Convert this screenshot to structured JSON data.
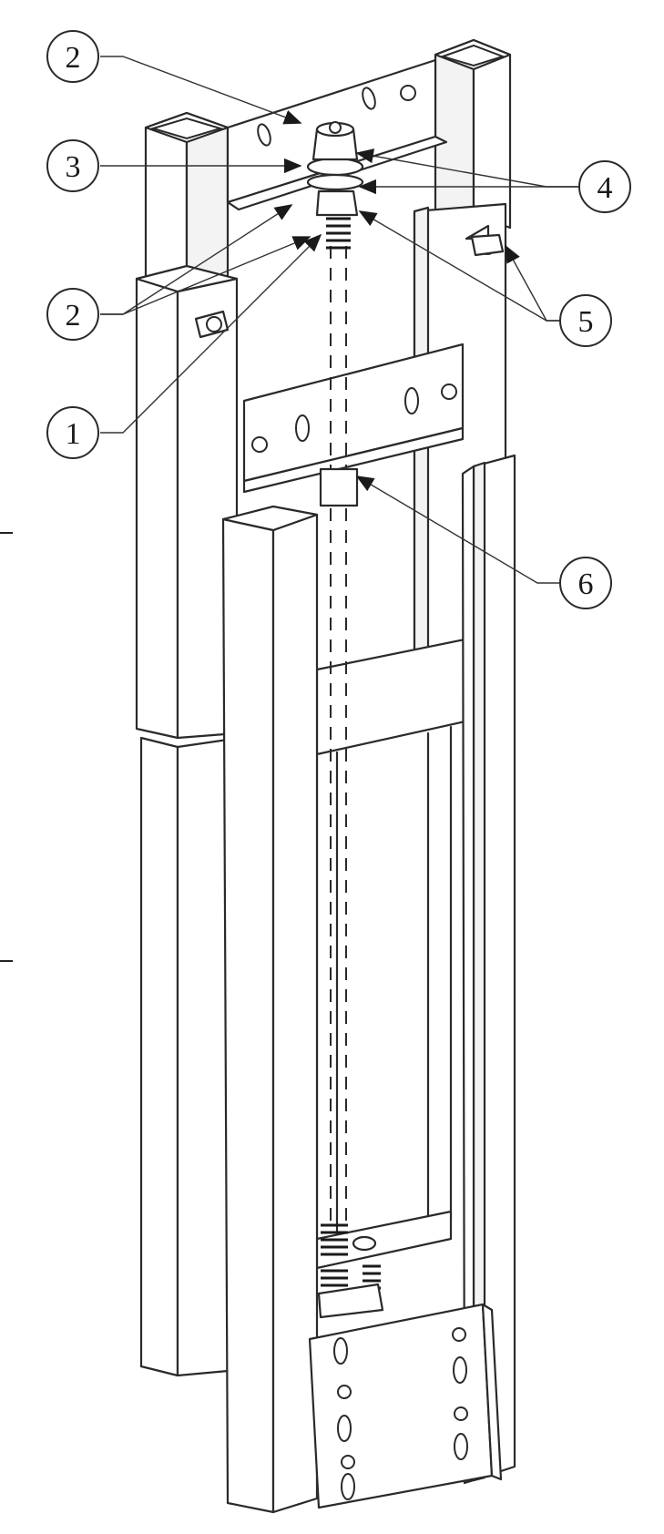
{
  "callouts": [
    {
      "id": "callout-2-top",
      "label": "2"
    },
    {
      "id": "callout-3",
      "label": "3"
    },
    {
      "id": "callout-4",
      "label": "4"
    },
    {
      "id": "callout-2-lower",
      "label": "2"
    },
    {
      "id": "callout-5",
      "label": "5"
    },
    {
      "id": "callout-1",
      "label": "1"
    },
    {
      "id": "callout-6",
      "label": "6"
    }
  ],
  "colors": {
    "line": "#2a2a2a",
    "background": "#ffffff"
  }
}
